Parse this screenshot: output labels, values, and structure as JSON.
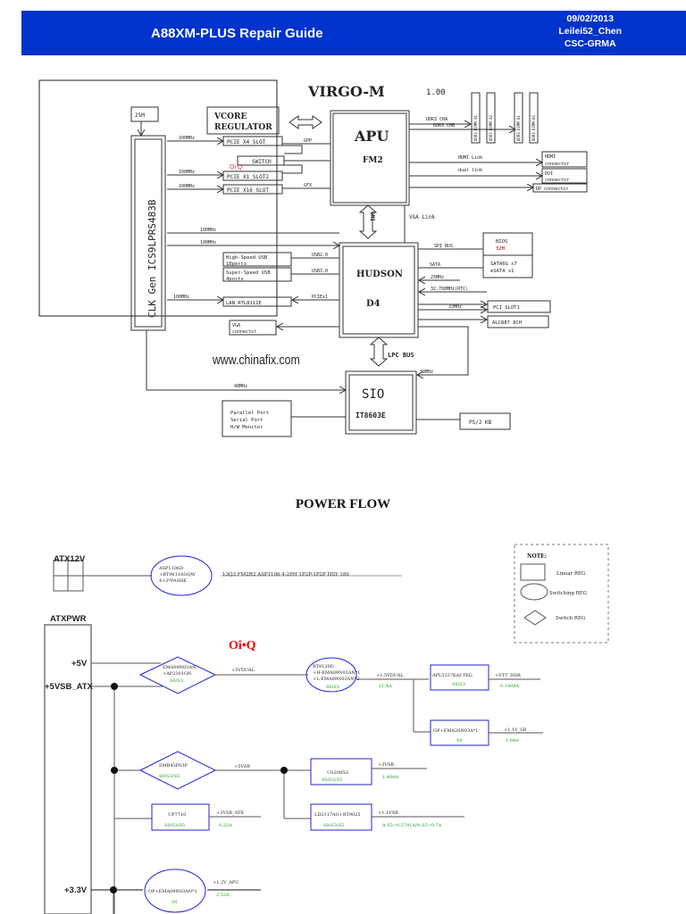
{
  "header": {
    "title": "A88XM-PLUS Repair Guide",
    "date": "09/02/2013",
    "author": "Leilei52_Chen",
    "dept": "CSC-GRMA"
  },
  "block_diagram": {
    "title": "VIRGO-M",
    "version": "1.00",
    "clock_source": "25M",
    "clk_gen": "CLK Gen ICS9LPRS483B",
    "vcore": [
      "VCORE",
      "REGULATOR"
    ],
    "apu": {
      "name": "APU",
      "socket": "FM2"
    },
    "hudson": {
      "name": "HUDSON",
      "sub": "D4"
    },
    "sio": {
      "name": "SIO",
      "chip": "IT8603E"
    },
    "pcie_slots": [
      "PCIE X4 SLOT",
      "SWITCH",
      "PCIE X1 SLOT2",
      "PCIE X16 SLOT"
    ],
    "freq_labels": [
      "100MHz",
      "100MHz",
      "100MHz",
      "100MHz",
      "100MHz",
      "100MHz",
      "48MHz",
      "33MHz",
      "33MHz",
      "25MHz",
      "32.768MHz(RTC)"
    ],
    "bus_labels": {
      "gpp": "GPP",
      "gfx": "GFX",
      "umi": "UMI",
      "vga_link": "VGA Link",
      "ddr_a": "DDR3 CHA",
      "ddr_b": "DDR3 CHB",
      "hdmi_link": "HDMI Link",
      "dual_link": "dual link",
      "usb2": "USB2.0",
      "usb3": "USB3.0",
      "pciex1": "PCIEx1",
      "spi": "SPI BUS",
      "sata": "SATA",
      "lpc": "LPC BUS"
    },
    "dimms": [
      "DDR3 DIMM A1",
      "DDR3 DIMM A2",
      "DDR3 DIMM B1",
      "DDR3 DIMM B2"
    ],
    "connectors": {
      "hdmi": [
        "HDMI",
        "connector"
      ],
      "dvi": [
        "DVI",
        "connector"
      ],
      "dp": "DP connector",
      "vga": [
        "VGA",
        "connector"
      ]
    },
    "usb_hs": [
      "High-Speed USB",
      "10ports"
    ],
    "usb_ss": [
      "Super-Speed USB",
      "4ports"
    ],
    "lan": "LAN RTL8111E",
    "bios": [
      "BIOS",
      "32M"
    ],
    "sata_box": [
      "SATA6G x7",
      "eSATA x1"
    ],
    "pci_slot": "PCI SLOT1",
    "audio": "ALC887  8CH",
    "legacy": [
      "Parallel Port",
      "Serial Port",
      "H/W Monitor"
    ],
    "ps2": "PS/2 KB",
    "watermark": "www.chinafix.com",
    "red_mark": "Oi Q"
  },
  "power_flow": {
    "title": "POWER FLOW",
    "red_mark": "Oî•Q",
    "atx12v": "ATX12V",
    "atxpwr": "ATXPWR",
    "vcore_reg": [
      "ASP1106D",
      "+RT9611AGQW",
      "4+2*PASHE"
    ],
    "vcore_note": "13Q3 FM2R2 ASP1106 4-2PH 1P2P-1P2P HSY 180",
    "rails": [
      "+5V",
      "+5VSB_ATX",
      "+3.3V"
    ],
    "legend": {
      "title": "NOTE:",
      "items": [
        "Linear REG",
        "Switching REG",
        "Switch REG"
      ]
    },
    "nodes": {
      "sw5vdual": {
        "lines": [
          "EMA09N03AN",
          "+AP2301GN"
        ],
        "state": "S0/S3"
      },
      "rt8120": {
        "lines": [
          "RT8120D",
          "+H-EMA09N03AN*1",
          "+L-EMA09N03AN*2"
        ],
        "state": "S0/S3"
      },
      "apl5337": {
        "lines": [
          "APL5337KAI-TRG"
        ],
        "state": "S0/S3"
      },
      "op11vsb": {
        "lines": [
          "OP+EMA20N03A*1"
        ],
        "state": "S0"
      },
      "emb45": {
        "lines": [
          "EMB45P03P"
        ],
        "state": "S0/S3/S5"
      },
      "us2085": {
        "lines": [
          "US2085G"
        ],
        "state": "S0/S3/S5"
      },
      "up7710": {
        "lines": [
          "UP7710"
        ],
        "state": "S0/S3/S5"
      },
      "ld2117": {
        "lines": [
          "LD2117AG+RT9025"
        ],
        "state": "S0/S3/S5"
      },
      "op12apu": {
        "lines": [
          "OP+EMA09N03AN*1"
        ],
        "state": "S0"
      }
    },
    "outputs": {
      "v5dual": "+5VDUAL",
      "v15dual": "+1.5VDUAL",
      "v15dual_i": "11.4A",
      "vtt": "+VTT_DDR",
      "vtt_i": "0.1908A",
      "v11sb": "+1.1V_SB",
      "v11sb_i": "1.68A",
      "v5vsb": "+5VSB",
      "v3vsb": "+3VSB",
      "v3vsb_i": "1.404A",
      "v3vsb_atx": "+3VSB_ATX",
      "v3vsb_atx_i": "0.22A",
      "v11vsb": "+1.1VSB",
      "v11vsb_i": "A S5=0.2741A/A S5=0.7A",
      "v12apu": "+1.2V_APU",
      "v12apu_i": "2.52A"
    },
    "colors": {
      "blue": "#2222dd",
      "green": "#229922",
      "red": "#ee0000"
    }
  }
}
